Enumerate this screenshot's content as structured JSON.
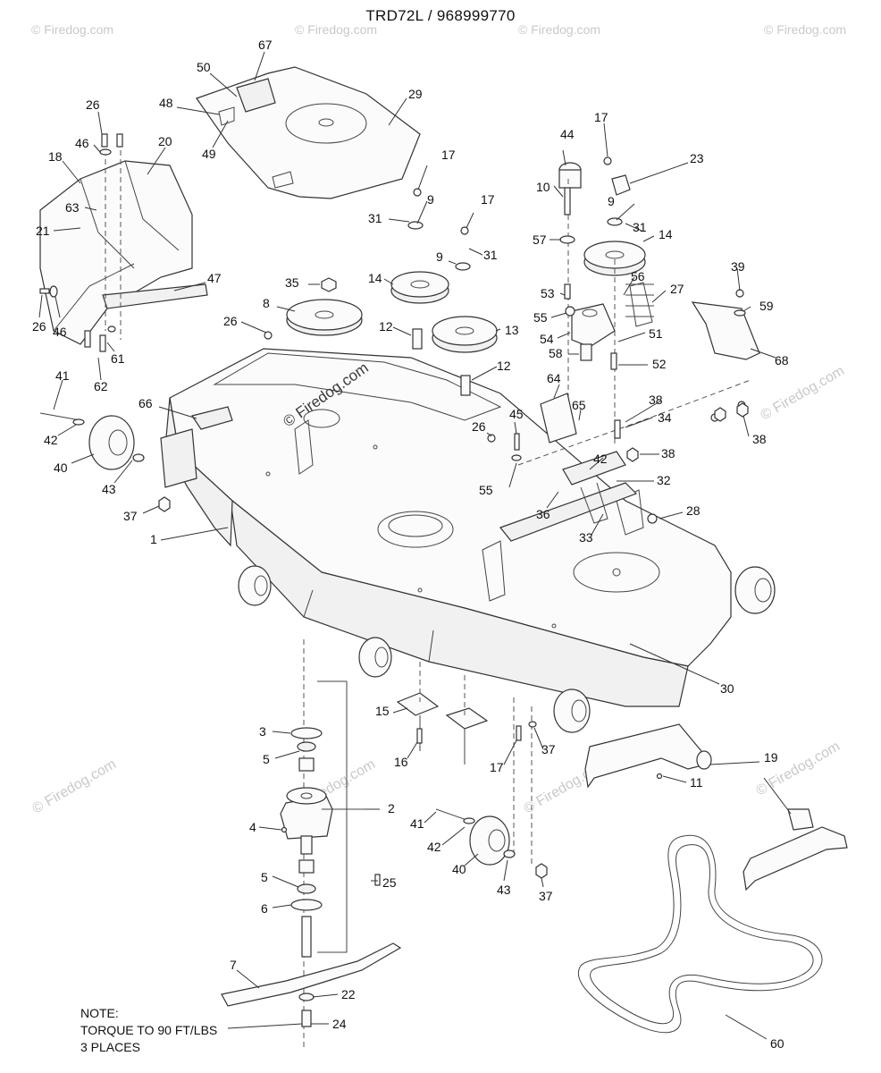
{
  "title": "TRD72L / 968999770",
  "note": {
    "line1": "NOTE:",
    "line2": "TORQUE TO 90 FT/LBS",
    "line3": "3 PLACES"
  },
  "watermark": {
    "main": "© Firedog.com",
    "faint": "© Firedog.com"
  },
  "callouts": {
    "c1": "1",
    "c2": "2",
    "c3": "3",
    "c4": "4",
    "c5a": "5",
    "c5b": "5",
    "c6": "6",
    "c7": "7",
    "c8": "8",
    "c9a": "9",
    "c9b": "9",
    "c9c": "9",
    "c10": "10",
    "c11": "11",
    "c12a": "12",
    "c12b": "12",
    "c13": "13",
    "c14a": "14",
    "c14b": "14",
    "c15": "15",
    "c16": "16",
    "c17a": "17",
    "c17b": "17",
    "c17c": "17",
    "c17d": "17",
    "c18": "18",
    "c19": "19",
    "c20": "20",
    "c21": "21",
    "c22": "22",
    "c23": "23",
    "c24": "24",
    "c25": "25",
    "c26a": "26",
    "c26b": "26",
    "c26c": "26",
    "c26d": "26",
    "c27": "27",
    "c28": "28",
    "c29": "29",
    "c30": "30",
    "c31a": "31",
    "c31b": "31",
    "c31c": "31",
    "c32": "32",
    "c33": "33",
    "c34": "34",
    "c35": "35",
    "c36": "36",
    "c37a": "37",
    "c37b": "37",
    "c37c": "37",
    "c38a": "38",
    "c38b": "38",
    "c38c": "38",
    "c39": "39",
    "c40a": "40",
    "c40b": "40",
    "c41a": "41",
    "c41b": "41",
    "c42a": "42",
    "c42b": "42",
    "c42c": "42",
    "c43a": "43",
    "c43b": "43",
    "c44": "44",
    "c45": "45",
    "c46a": "46",
    "c46b": "46",
    "c47": "47",
    "c48": "48",
    "c49": "49",
    "c50": "50",
    "c51": "51",
    "c52": "52",
    "c53": "53",
    "c54": "54",
    "c55a": "55",
    "c55b": "55",
    "c56": "56",
    "c57": "57",
    "c58": "58",
    "c59": "59",
    "c60": "60",
    "c61": "61",
    "c62": "62",
    "c63": "63",
    "c64": "64",
    "c65": "65",
    "c66": "66",
    "c67": "67",
    "c68": "68"
  }
}
